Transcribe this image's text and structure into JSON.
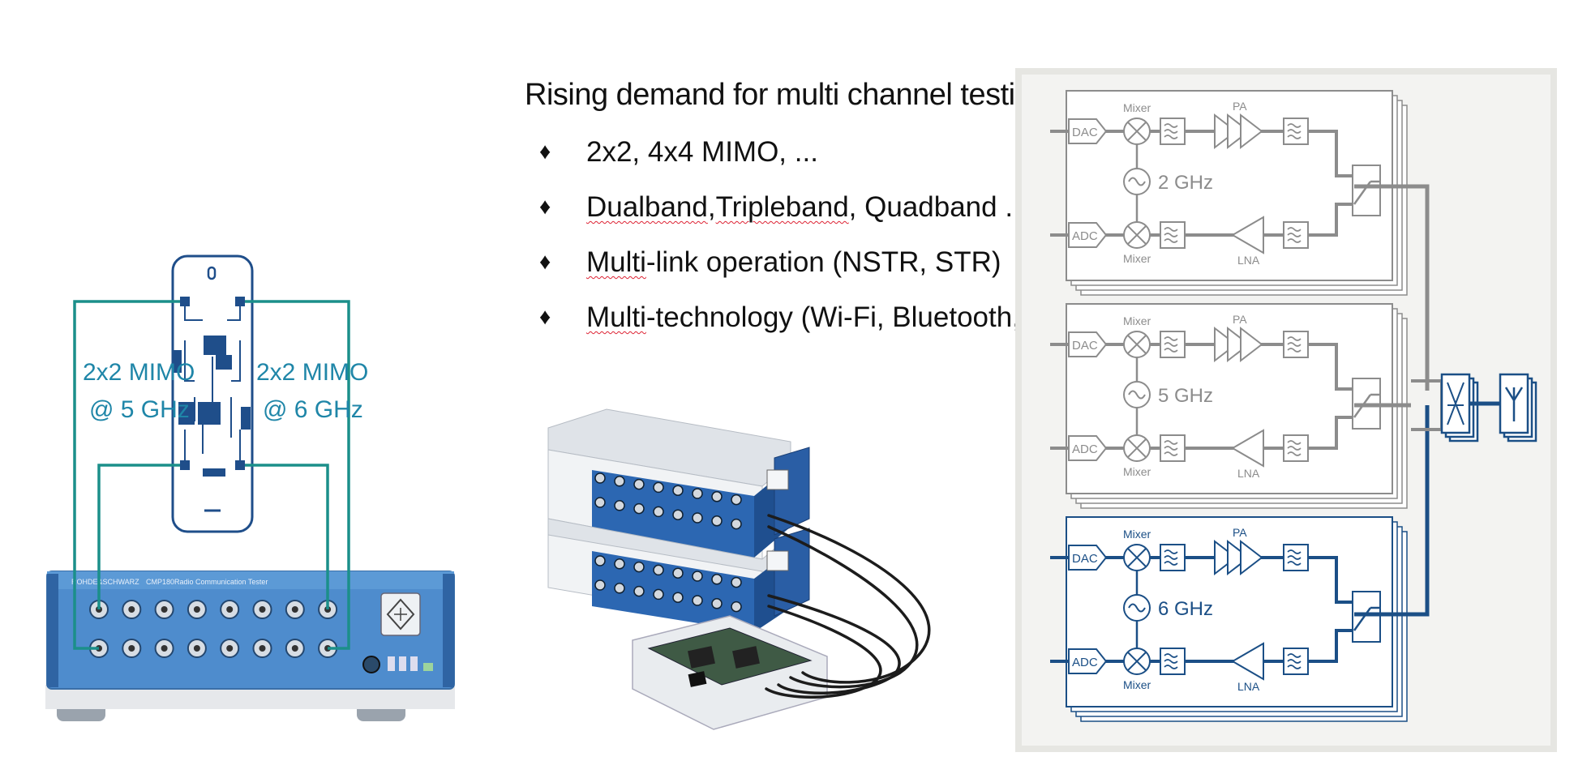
{
  "text": {
    "heading": "Rising demand for multi channel testing",
    "bullets": [
      {
        "a": "2x2, 4x4 MIMO, ...",
        "b": "",
        "c": "",
        "d": "",
        "e": ""
      },
      {
        "a": "",
        "b": "Dualband",
        "c": ", ",
        "d": "Tripleband",
        "e": ", Quadband ..."
      },
      {
        "a": "",
        "b": "Multi",
        "c": "-link operation (NSTR, STR)",
        "d": "",
        "e": ""
      },
      {
        "a": "",
        "b": "Multi",
        "c": "-technology (Wi-Fi, Bluetooth, Thread)",
        "d": "",
        "e": ""
      }
    ]
  },
  "device": {
    "left_label_line1": "2x2 MIMO",
    "left_label_line2": "@ 5 GHz",
    "right_label_line1": "2x2 MIMO",
    "right_label_line2": "@ 6 GHz"
  },
  "tester": {
    "brand": "ROHDE&SCHWARZ",
    "model": "CMP180",
    "product": "Radio Communication Tester"
  },
  "blocks": [
    {
      "freq": "2 GHz",
      "dac": "DAC",
      "adc": "ADC",
      "mixer_top": "Mixer",
      "mixer_bottom": "Mixer",
      "pa": "PA",
      "lna": "LNA"
    },
    {
      "freq": "5 GHz",
      "dac": "DAC",
      "adc": "ADC",
      "mixer_top": "Mixer",
      "mixer_bottom": "Mixer",
      "pa": "PA",
      "lna": "LNA"
    },
    {
      "freq": "6 GHz",
      "dac": "DAC",
      "adc": "ADC",
      "mixer_top": "Mixer",
      "mixer_bottom": "Mixer",
      "pa": "PA",
      "lna": "LNA"
    }
  ],
  "colors": {
    "teal": "#1b8f8a",
    "device_blue": "#1f4e8a",
    "label_blue": "#1f86a8",
    "block_gray": "#8c8c8c",
    "block_blue": "#1b4f86",
    "tester_blue": "#3f7fc4"
  }
}
